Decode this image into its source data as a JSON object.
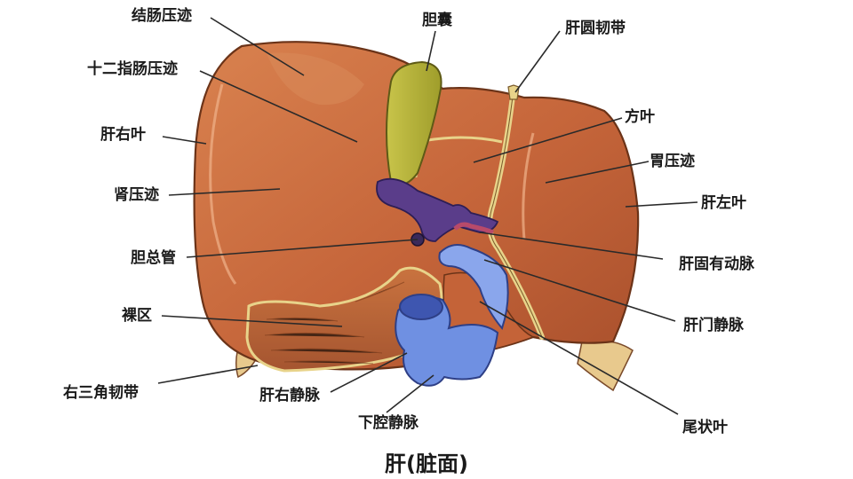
{
  "title": "肝(脏面)",
  "labels": {
    "colic_impression": "结肠压迹",
    "gallbladder": "胆囊",
    "round_ligament": "肝圆韧带",
    "duodenal_impression": "十二指肠压迹",
    "quadrate_lobe": "方叶",
    "right_lobe": "肝右叶",
    "gastric_impression": "胃压迹",
    "renal_impression": "肾压迹",
    "left_lobe": "肝左叶",
    "common_bile_duct": "胆总管",
    "proper_hepatic_artery": "肝固有动脉",
    "bare_area": "裸区",
    "portal_vein": "肝门静脉",
    "right_triangular_ligament": "右三角韧带",
    "right_hepatic_vein": "肝右静脉",
    "caudate_lobe": "尾状叶",
    "ivc": "下腔静脉"
  },
  "colors": {
    "liver": "#c96a3e",
    "liver_dark": "#9e4a27",
    "gallbladder": "#b9b63a",
    "vein_blue": "#6e8fe0",
    "portal_purple": "#5a3d8a",
    "ligament": "#e8d38a",
    "leader": "#2a2a2a"
  }
}
